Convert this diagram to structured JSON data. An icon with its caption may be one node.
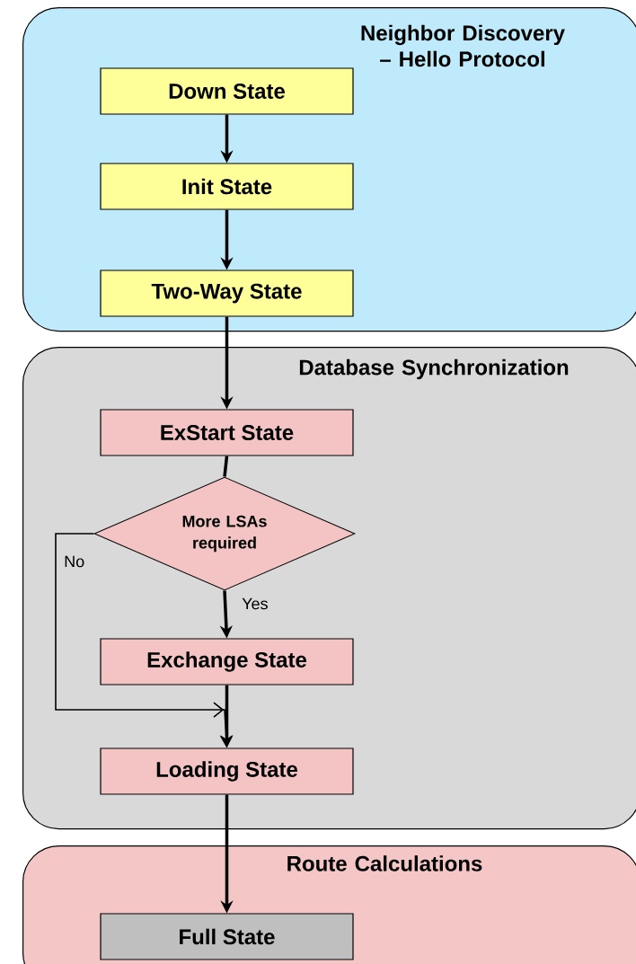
{
  "diagram": {
    "nodes": [
      {
        "text": [
          "Neighbor Discovery – Hello Protocol"
        ]
      },
      {
        "text": [
          "Down State"
        ],
        "in": 0
      },
      {
        "text": [
          "Init State"
        ],
        "in": 0
      },
      {
        "text": [
          "Two-Way State"
        ],
        "in": 0
      },
      {
        "text": [
          "Database Synchronization"
        ]
      },
      {
        "text": [
          "ExStart State"
        ],
        "in": 4
      },
      {
        "text": [
          "More  LSAs required"
        ],
        "in": 4
      },
      {
        "text": [
          "Exchange State"
        ],
        "in": 4
      },
      {
        "text": [
          "Loading State"
        ],
        "in": 4
      },
      {
        "text": [
          "Route Calculations"
        ]
      },
      {
        "text": [
          "Full State"
        ],
        "in": 9
      }
    ],
    "edges": [
      {
        "from": 1,
        "to": 2,
        "arrow": "to"
      },
      {
        "from": 2,
        "to": 3,
        "arrow": "to"
      },
      {
        "from": 3,
        "to": 5,
        "arrow": "to"
      },
      {
        "from": 5,
        "to": 6,
        "arrow": "none"
      },
      {
        "from": 6,
        "to": 7,
        "arrow": "to",
        "label": "Yes"
      },
      {
        "from": 6,
        "to": 8,
        "arrow": "to",
        "label": "No"
      },
      {
        "from": 7,
        "to": 8,
        "arrow": "to"
      },
      {
        "from": 8,
        "to": 10,
        "arrow": "to"
      }
    ]
  }
}
